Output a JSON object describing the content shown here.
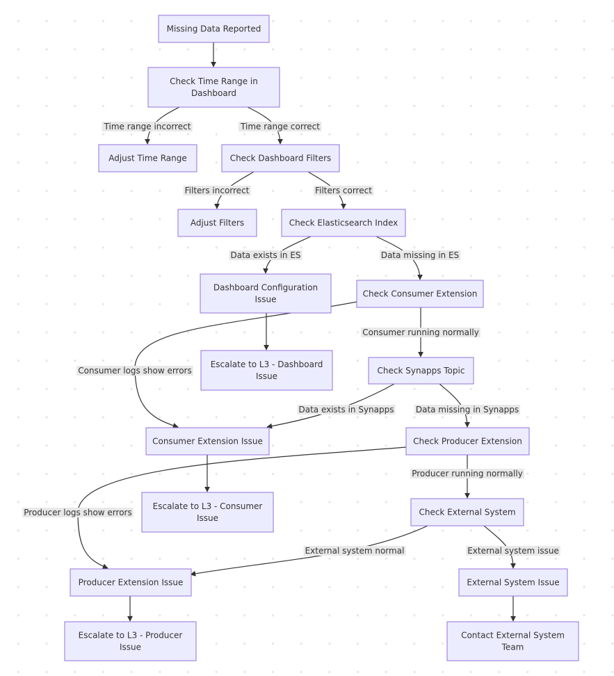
{
  "nodes": {
    "missing": [
      "Missing Data Reported"
    ],
    "timerange": [
      "Check Time Range in",
      "Dashboard"
    ],
    "adjtime": [
      "Adjust Time Range"
    ],
    "filters": [
      "Check Dashboard Filters"
    ],
    "adjfilters": [
      "Adjust Filters"
    ],
    "esindex": [
      "Check Elasticsearch Index"
    ],
    "dashconf": [
      "Dashboard Configuration",
      "Issue"
    ],
    "consext": [
      "Check Consumer Extension"
    ],
    "escdash": [
      "Escalate to L3 - Dashboard",
      "Issue"
    ],
    "synapps": [
      "Check Synapps Topic"
    ],
    "consissue": [
      "Consumer Extension Issue"
    ],
    "prodext": [
      "Check Producer Extension"
    ],
    "escconsumer": [
      "Escalate to L3 - Consumer",
      "Issue"
    ],
    "extsys": [
      "Check External System"
    ],
    "prodissue": [
      "Producer Extension Issue"
    ],
    "extissue": [
      "External System Issue"
    ],
    "escprod": [
      "Escalate to L3 - Producer",
      "Issue"
    ],
    "contact": [
      "Contact External System",
      "Team"
    ]
  },
  "edges": {
    "e_missing_timerange": "",
    "e_timerange_adjtime": "Time range incorrect",
    "e_timerange_filters": "Time range correct",
    "e_filters_adjfilters": "Filters incorrect",
    "e_filters_esindex": "Filters correct",
    "e_esindex_dashconf": "Data exists in ES",
    "e_esindex_consext": "Data missing in ES",
    "e_dashconf_escdash": "",
    "e_consext_synapps": "Consumer running normally",
    "e_consext_consissue": "Consumer logs show errors",
    "e_synapps_consissue": "Data exists in Synapps",
    "e_synapps_prodext": "Data missing in Synapps",
    "e_consissue_escconsumer": "",
    "e_prodext_extsys": "Producer running normally",
    "e_prodext_prodissue": "Producer logs show errors",
    "e_extsys_prodissue": "External system normal",
    "e_extsys_extissue": "External system issue",
    "e_prodissue_escprod": "",
    "e_extissue_contact": ""
  },
  "colors": {
    "node_fill": "#ECECFF",
    "node_stroke": "#9370DB",
    "edge": "#333333",
    "label_bg": "#e8e8e8"
  }
}
